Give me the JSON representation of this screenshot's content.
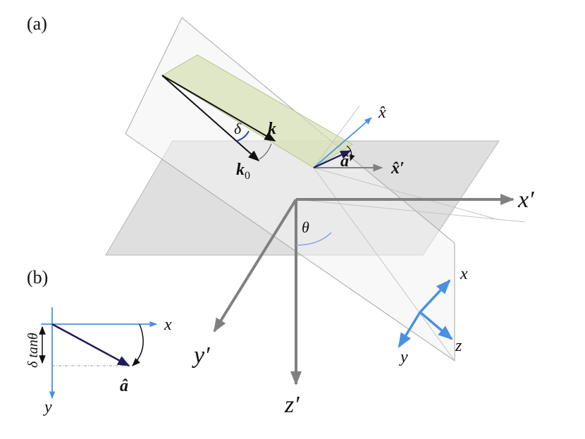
{
  "panel_a": {
    "label": "(a)",
    "k": "k",
    "k0_base": "k",
    "k0_sub": "0",
    "delta": "δ",
    "a_hat": "â",
    "x_hat": "x̂",
    "x_hat_prime": "x̂′",
    "theta": "θ",
    "x_prime": "x′",
    "y_prime": "y′",
    "z_prime": "z′",
    "triad_x": "x",
    "triad_y": "y",
    "triad_z": "z"
  },
  "panel_b": {
    "label": "(b)",
    "x": "x",
    "y": "y",
    "a_hat": "â",
    "side": "δ tanθ"
  },
  "colors": {
    "plane_horizontal": "#d9d9d9",
    "plane_tilted": "#f2f2f2",
    "plane_green": "#dfe6c4",
    "axis_gray": "#808080",
    "axis_blue": "#4a90e2",
    "vector_navy": "#1f1a5e",
    "arc_blue": "#2a4fb0",
    "black": "#111111"
  }
}
